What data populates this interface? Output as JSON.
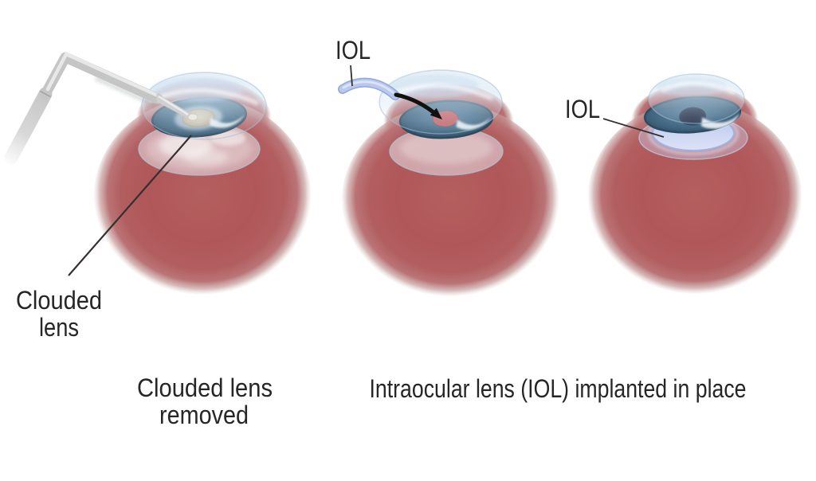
{
  "labels": {
    "clouded_lens": {
      "line1": "Clouded",
      "line2": "lens"
    },
    "iol_inserting": "IOL",
    "iol_implanted": "IOL"
  },
  "captions": {
    "left": {
      "line1": "Clouded lens",
      "line2": "removed"
    },
    "right": "Intraocular lens (IOL) implanted in place"
  },
  "colors": {
    "background": "#ffffff",
    "eyeball_red": "#b25a5c",
    "iris_blue": "#4d7490",
    "iris_rim": "#2c4b60",
    "pupil_navy": "#33415a",
    "pupil_opening_red": "#c46a6c",
    "clouded_lens_beige": "#cfc5b1",
    "iol_blue": "#b9c8ec",
    "cornea_tint": "#dbeaf5",
    "instrument_gray": "#c5c5c5",
    "text": "#262626",
    "leader_line": "#35302f"
  }
}
